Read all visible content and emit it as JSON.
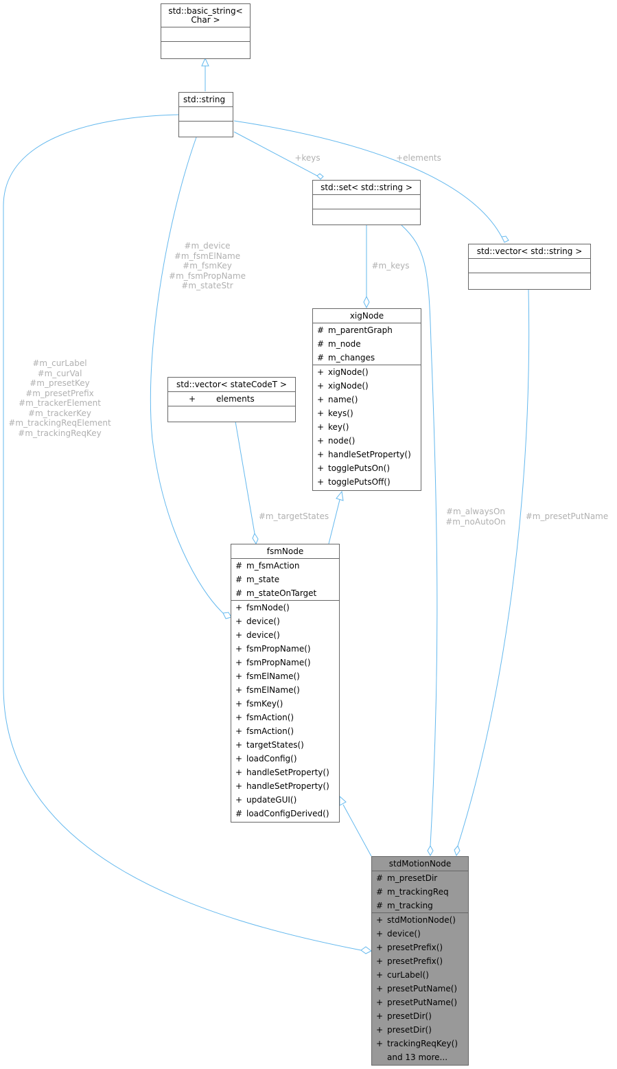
{
  "classes": {
    "basic_string": {
      "title": "std::basic_string<\nChar >"
    },
    "string": {
      "title": "std::string"
    },
    "set": {
      "title": "std::set< std::string >"
    },
    "vector_string": {
      "title": "std::vector< std::string >"
    },
    "vector_state": {
      "title": "std::vector< stateCodeT >",
      "attributes": [
        {
          "vis": "+",
          "name": "elements"
        }
      ]
    },
    "xigNode": {
      "title": "xigNode",
      "attributes": [
        {
          "vis": "#",
          "name": "m_parentGraph"
        },
        {
          "vis": "#",
          "name": "m_node"
        },
        {
          "vis": "#",
          "name": "m_changes"
        }
      ],
      "methods": [
        {
          "vis": "+",
          "name": "xigNode()"
        },
        {
          "vis": "+",
          "name": "xigNode()"
        },
        {
          "vis": "+",
          "name": "name()"
        },
        {
          "vis": "+",
          "name": "keys()"
        },
        {
          "vis": "+",
          "name": "key()"
        },
        {
          "vis": "+",
          "name": "node()"
        },
        {
          "vis": "+",
          "name": "handleSetProperty()"
        },
        {
          "vis": "+",
          "name": "togglePutsOn()"
        },
        {
          "vis": "+",
          "name": "togglePutsOff()"
        }
      ]
    },
    "fsmNode": {
      "title": "fsmNode",
      "attributes": [
        {
          "vis": "#",
          "name": "m_fsmAction"
        },
        {
          "vis": "#",
          "name": "m_state"
        },
        {
          "vis": "#",
          "name": "m_stateOnTarget"
        }
      ],
      "methods": [
        {
          "vis": "+",
          "name": "fsmNode()"
        },
        {
          "vis": "+",
          "name": "device()"
        },
        {
          "vis": "+",
          "name": "device()"
        },
        {
          "vis": "+",
          "name": "fsmPropName()"
        },
        {
          "vis": "+",
          "name": "fsmPropName()"
        },
        {
          "vis": "+",
          "name": "fsmElName()"
        },
        {
          "vis": "+",
          "name": "fsmElName()"
        },
        {
          "vis": "+",
          "name": "fsmKey()"
        },
        {
          "vis": "+",
          "name": "fsmAction()"
        },
        {
          "vis": "+",
          "name": "fsmAction()"
        },
        {
          "vis": "+",
          "name": "targetStates()"
        },
        {
          "vis": "+",
          "name": "loadConfig()"
        },
        {
          "vis": "+",
          "name": "handleSetProperty()"
        },
        {
          "vis": "+",
          "name": "handleSetProperty()"
        },
        {
          "vis": "+",
          "name": "updateGUI()"
        },
        {
          "vis": "#",
          "name": "loadConfigDerived()"
        }
      ]
    },
    "stdMotionNode": {
      "title": "stdMotionNode",
      "attributes": [
        {
          "vis": "#",
          "name": "m_presetDir"
        },
        {
          "vis": "#",
          "name": "m_trackingReq"
        },
        {
          "vis": "#",
          "name": "m_tracking"
        }
      ],
      "methods": [
        {
          "vis": "+",
          "name": "stdMotionNode()"
        },
        {
          "vis": "+",
          "name": "device()"
        },
        {
          "vis": "+",
          "name": "presetPrefix()"
        },
        {
          "vis": "+",
          "name": "presetPrefix()"
        },
        {
          "vis": "+",
          "name": "curLabel()"
        },
        {
          "vis": "+",
          "name": "presetPutName()"
        },
        {
          "vis": "+",
          "name": "presetPutName()"
        },
        {
          "vis": "+",
          "name": "presetDir()"
        },
        {
          "vis": "+",
          "name": "presetDir()"
        },
        {
          "vis": "+",
          "name": "trackingReqKey()"
        },
        {
          "vis": "",
          "name": "and 13 more..."
        }
      ]
    }
  },
  "edge_labels": {
    "keys": "+keys",
    "elements": "+elements",
    "m_keys": "#m_keys",
    "fsm_strings": "#m_device\n#m_fsmElName\n#m_fsmKey\n#m_fsmPropName\n#m_stateStr",
    "motion_strings": "#m_curLabel\n#m_curVal\n#m_presetKey\n#m_presetPrefix\n#m_trackerElement\n#m_trackerKey\n#m_trackingReqElement\n#m_trackingReqKey",
    "target_states": "#m_targetStates",
    "always_on": "#m_alwaysOn\n#m_noAutoOn",
    "preset_put_name": "#m_presetPutName"
  },
  "colors": {
    "edge": "#63b8ee",
    "border": "#666666",
    "highlight_fill": "#999999",
    "label": "#b0b0b0"
  }
}
